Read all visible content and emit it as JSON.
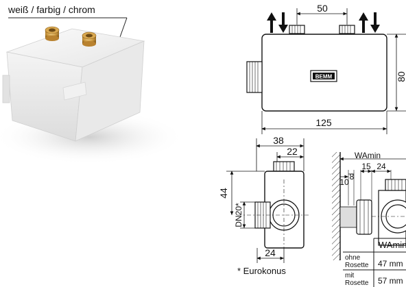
{
  "photo": {
    "caption": "weiß / farbig / chrom"
  },
  "top_view": {
    "dim_spacing": "50",
    "dim_width": "125",
    "dim_height": "80",
    "brand": "BEMM"
  },
  "side_view": {
    "dim_depth": "38",
    "dim_offset_top": "22",
    "dim_height": "44",
    "dim_bottom": "24",
    "dn_label": "DN20*"
  },
  "wall_view": {
    "label_wamin": "WAmin",
    "dim_10": "10",
    "dim_8": "8",
    "dim_15": "15",
    "dim_24": "24"
  },
  "table": {
    "header": "WAmin",
    "rows": [
      {
        "label_1": "ohne",
        "label_2": "Rosette",
        "value": "47 mm"
      },
      {
        "label_1": "mit",
        "label_2": "Rosette",
        "value": "57 mm"
      }
    ]
  },
  "footnote": "* Eurokonus"
}
